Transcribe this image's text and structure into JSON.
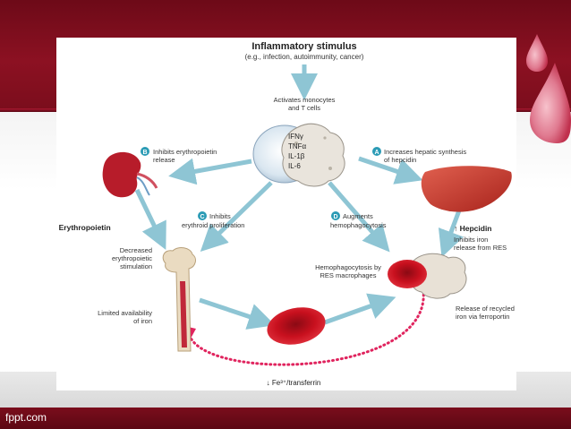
{
  "footer": {
    "brand": "fppt.com"
  },
  "diagram": {
    "title": "Inflammatory stimulus",
    "subtitle": "(e.g., infection, autoimmunity, cancer)",
    "activates": [
      "Activates monocytes",
      "and T cells"
    ],
    "cytokines": [
      "IFNγ",
      "TNFα",
      "IL-1β",
      "IL-6"
    ],
    "markers": {
      "a": "A",
      "b": "B",
      "c": "C",
      "d": "D"
    },
    "b_text": [
      "Inhibits erythropoietin",
      "release"
    ],
    "a_text": [
      "Increases hepatic synthesis",
      "of hepcidin"
    ],
    "c_text": [
      "Inhibits",
      "erythroid proliferation"
    ],
    "d_text": [
      "Augments",
      "hemophagocytosis"
    ],
    "erythropoietin_label": "↓ Erythropoietin",
    "hepcidin_label": "↑ Hepcidin",
    "decreased_text": [
      "Decreased",
      "erythropoietic",
      "stimulation"
    ],
    "limited_text": [
      "Limited availability",
      "of iron"
    ],
    "hemophagocytosis_text": [
      "Hemophagocytosis by",
      "RES macrophages"
    ],
    "inhibits_iron_text": [
      "Inhibits iron",
      "release from RES"
    ],
    "release_text": [
      "Release of recycled",
      "iron via ferroportin"
    ],
    "fe_label": "↓ Fe³⁺/transferrin"
  },
  "colors": {
    "brand_red": "#7a0d1c",
    "arrow": "#8ec5d4",
    "marker": "#2b9bb5",
    "kidney": "#b71c2a",
    "liver": "#c0392b",
    "rbc": "#c8101e",
    "iron_dots": "#e0245e"
  }
}
